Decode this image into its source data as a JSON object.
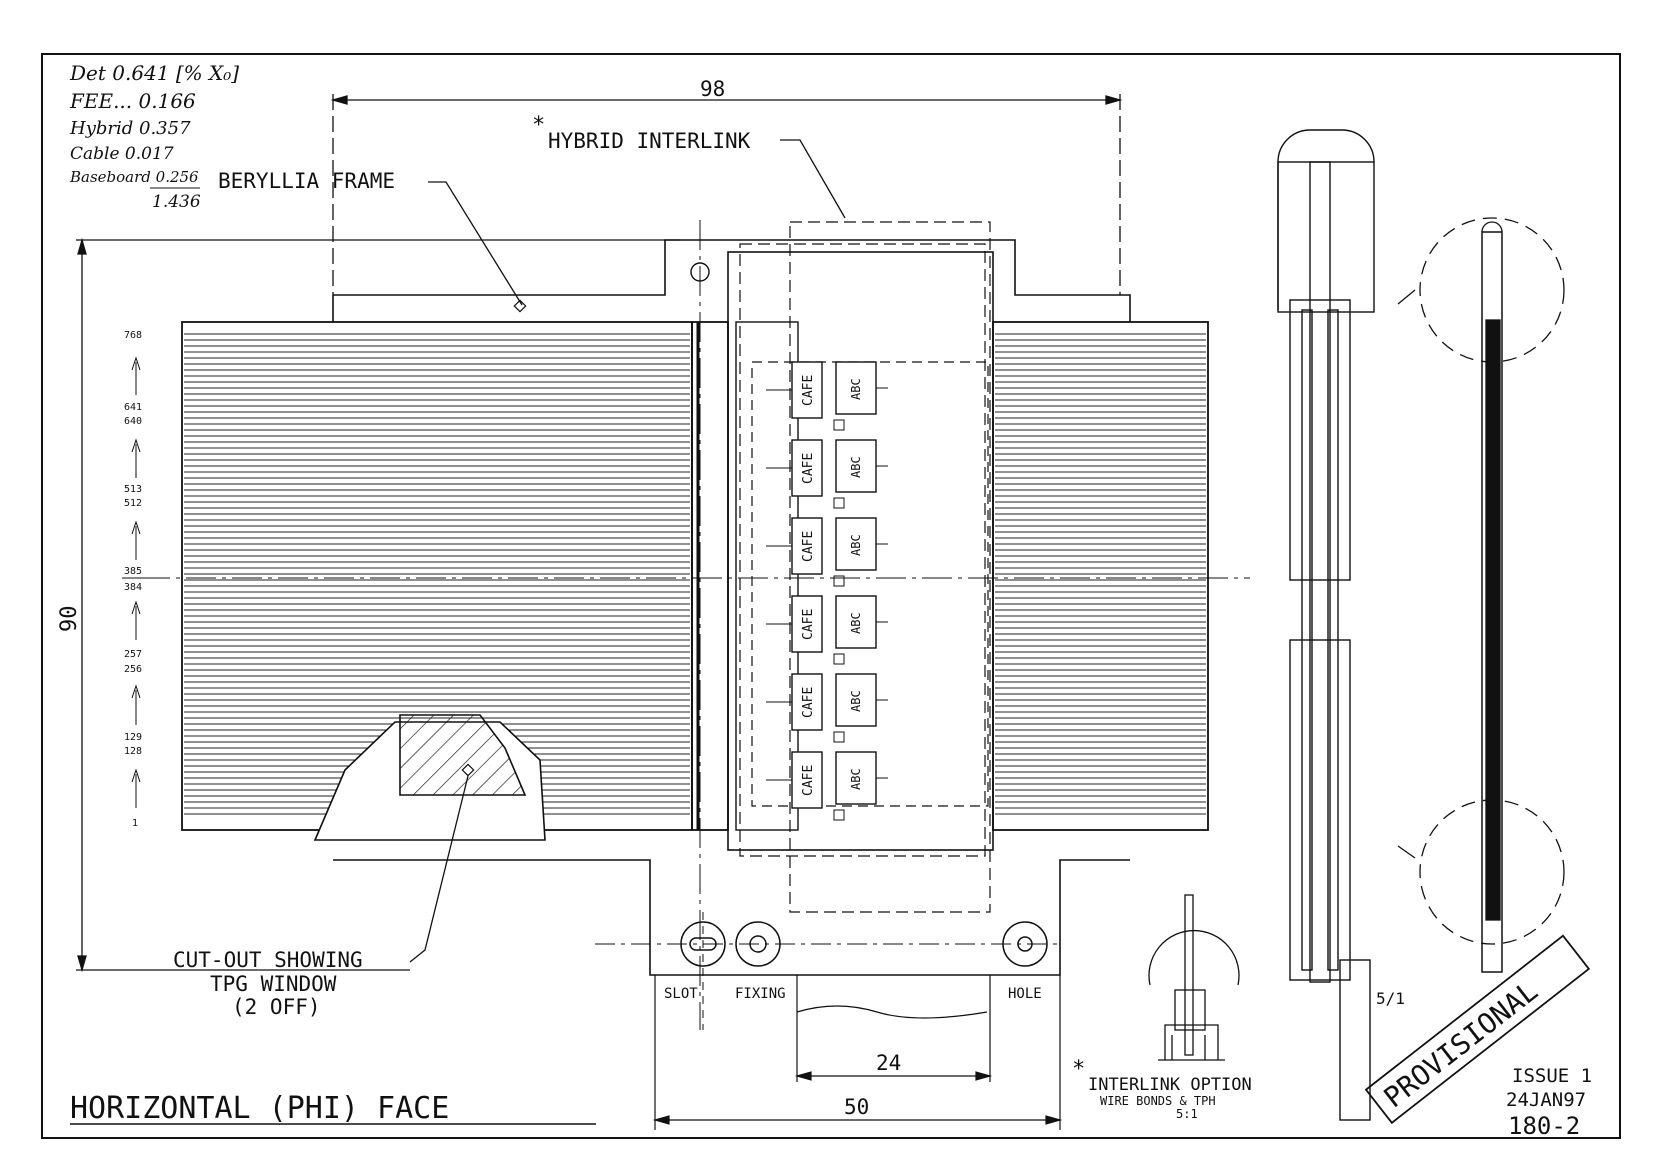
{
  "notes": {
    "det": "Det 0.641 [% X₀]",
    "fee": "FEE... 0.166",
    "hybrid": "Hybrid 0.357",
    "cable": "Cable 0.017",
    "baseboard": "Baseboard 0.256",
    "total": "1.436"
  },
  "labels": {
    "dim_top": "98",
    "hybrid_interlink": "HYBRID INTERLINK",
    "asterisk": "*",
    "beryllia_frame": "BERYLLIA FRAME",
    "dim_height": "90",
    "cutout_line1": "CUT-OUT SHOWING",
    "cutout_line2": "TPG WINDOW",
    "cutout_line3": "(2 OFF)",
    "slot": "SLOT",
    "fixing": "FIXING",
    "hole": "HOLE",
    "dim_24": "24",
    "dim_50": "50",
    "scale_5_1": "5/1",
    "interlink_option": "INTERLINK OPTION",
    "wire_bonds": "WIRE BONDS & TPH",
    "scale_small": "5:1",
    "provisional": "PROVISIONAL",
    "issue": "ISSUE 1",
    "date": "24JAN97",
    "number": "180-2",
    "face_title": "HORIZONTAL (PHI) FACE"
  },
  "strip_numbers": [
    "768",
    "641",
    "640",
    "513",
    "512",
    "385",
    "384",
    "257",
    "256",
    "129",
    "128",
    "1"
  ],
  "chips": [
    {
      "cafe": "CAFE",
      "abc": "ABC"
    },
    {
      "cafe": "CAFE",
      "abc": "ABC"
    },
    {
      "cafe": "CAFE",
      "abc": "ABC"
    },
    {
      "cafe": "CAFE",
      "abc": "ABC"
    },
    {
      "cafe": "CAFE",
      "abc": "ABC"
    },
    {
      "cafe": "CAFE",
      "abc": "ABC"
    }
  ]
}
